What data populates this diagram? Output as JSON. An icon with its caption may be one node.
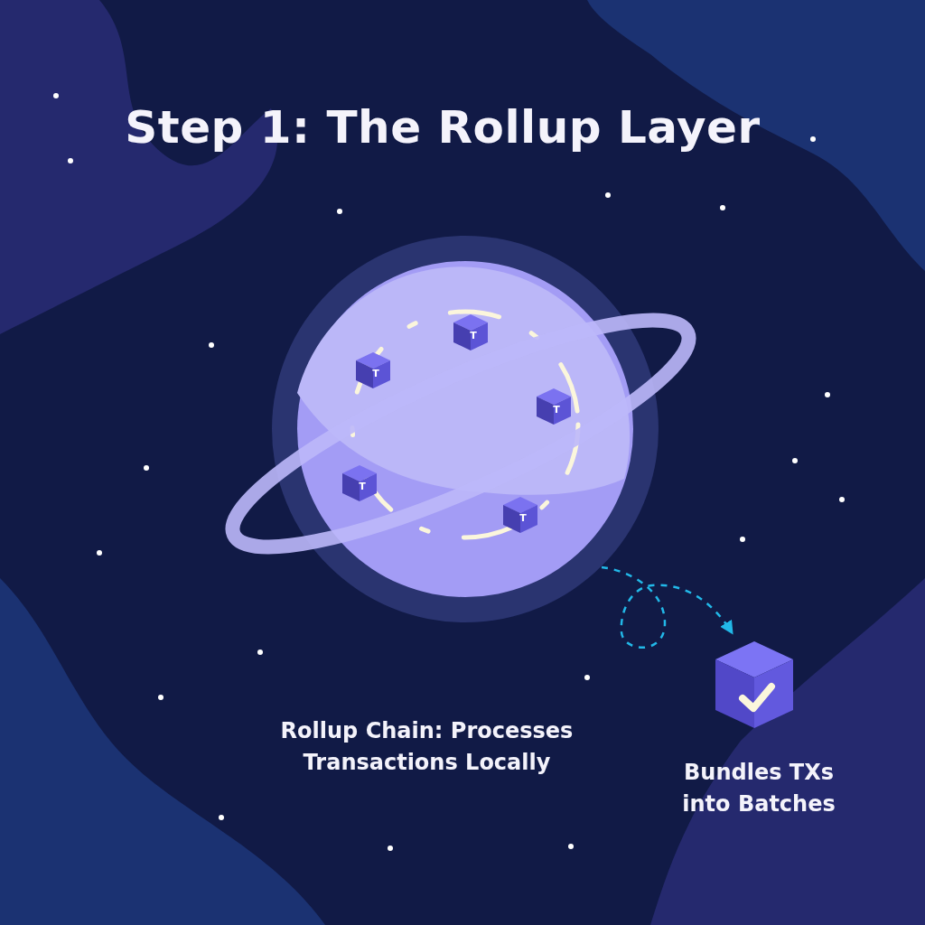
{
  "diagram": {
    "title": "Step 1: The Rollup Layer",
    "nodes": [
      {
        "text": [],
        "shape": "picture"
      },
      {
        "text": [
          "T"
        ],
        "in": 0
      },
      {
        "text": [
          "T"
        ],
        "in": 0
      },
      {
        "text": [
          "T"
        ],
        "in": 0
      },
      {
        "text": [
          "T"
        ],
        "in": 0
      },
      {
        "text": [
          "T"
        ],
        "in": 0
      },
      {
        "text": [],
        "shape": "picture",
        "beside": [
          "Bundles TXs into Batches"
        ]
      }
    ],
    "edges": [
      {
        "from": 0,
        "to": 6,
        "arrow": "to",
        "style": "dashed",
        "color": "#22b8e8"
      }
    ],
    "labels": [
      "Rollup Chain: Processes Transactions Locally"
    ]
  }
}
